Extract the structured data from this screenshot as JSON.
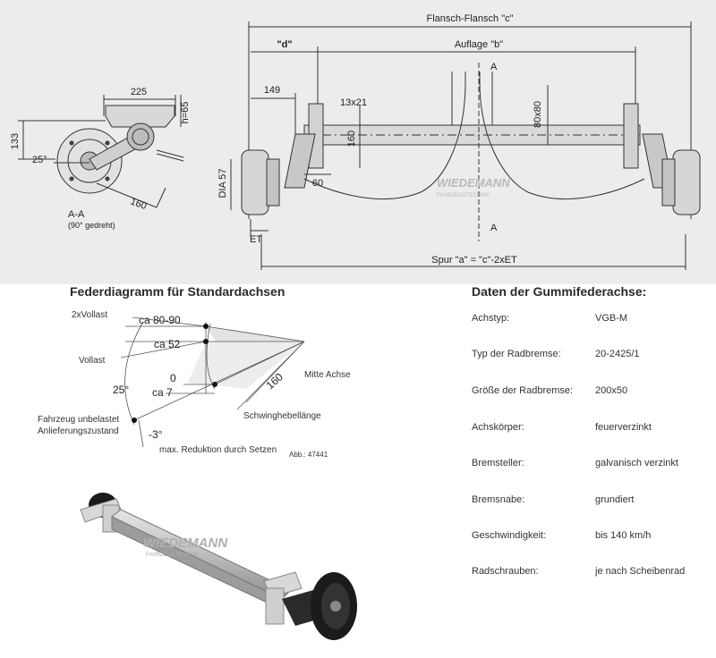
{
  "technical_drawing": {
    "dimensions": {
      "flange_to_flange": "Flansch-Flansch \"c\"",
      "d": "\"d\"",
      "support": "Auflage \"b\"",
      "track": "Spur \"a\" = \"c\"-2xET",
      "d_149": "149",
      "hole": "13x21",
      "square": "80x80",
      "h160": "160",
      "w60": "60",
      "dia": "DIA 57",
      "et": "ET",
      "section_a_top": "A",
      "section_a_bottom": "A",
      "w225": "225",
      "h65": "h=65",
      "h133": "133",
      "angle25": "25°",
      "arm160": "160",
      "section_view": "A-A",
      "rotated": "(90° gedreht)"
    },
    "watermark": {
      "brand": "WIEDEMANN",
      "sub": "FAHRZEUGTECHNIK"
    }
  },
  "spring_diagram": {
    "title": "Federdiagramm für Standardachsen",
    "labels": {
      "full_load_2x": "2xVollast",
      "full_load": "Vollast",
      "ca_80_90": "ca 80-90",
      "ca_52": "ca 52",
      "zero": "0",
      "ca_7": "ca 7",
      "angle_25": "25°",
      "unladen": "Fahrzeug unbelastet",
      "delivery": "Anlieferungszustand",
      "minus3": "-3°",
      "reduction": "max. Reduktion durch Setzen",
      "centre_axle": "Mitte Achse",
      "arm_length_val": "160",
      "arm_length": "Schwinghebellänge",
      "fig_no": "Abb.: 47441"
    }
  },
  "specs": {
    "title": "Daten der Gummifederachse:",
    "rows": [
      {
        "label": "Achstyp:",
        "value": "VGB-M"
      },
      {
        "label": "Typ der Radbremse:",
        "value": "20-2425/1"
      },
      {
        "label": "Größe der Radbremse:",
        "value": "200x50"
      },
      {
        "label": "Achskörper:",
        "value": "feuerverzinkt"
      },
      {
        "label": "Bremsteller:",
        "value": "galvanisch verzinkt"
      },
      {
        "label": "Bremsnabe:",
        "value": "grundiert"
      },
      {
        "label": "Geschwindigkeit:",
        "value": "bis 140 km/h"
      },
      {
        "label": "Radschrauben:",
        "value": "je nach Scheibenrad"
      }
    ]
  },
  "product_photo": {
    "brand": "WIEDEMANN",
    "sub": "FAHRZEUGTECHNIK"
  }
}
